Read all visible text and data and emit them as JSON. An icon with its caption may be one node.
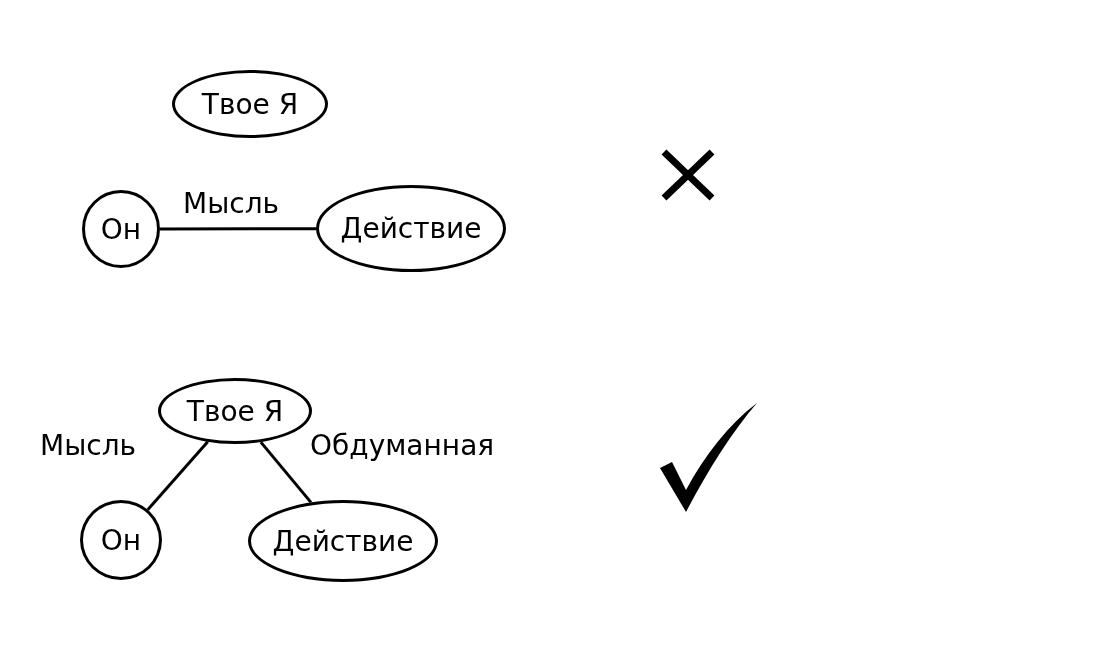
{
  "diagram": {
    "nodes": [
      {
        "text": [
          "Твое Я"
        ]
      },
      {
        "text": [
          "Он"
        ]
      },
      {
        "text": [
          "Действие"
        ]
      },
      {
        "text": [
          "Твое Я"
        ]
      },
      {
        "text": [
          "Он"
        ]
      },
      {
        "text": [
          "Действие"
        ]
      }
    ],
    "edges": [
      {
        "from": 1,
        "to": 2,
        "arrow": "none",
        "label": "Мысль"
      },
      {
        "from": 3,
        "to": 4,
        "arrow": "none",
        "label": "Мысль"
      },
      {
        "from": 3,
        "to": 5,
        "arrow": "none",
        "label": "Обдуманная"
      }
    ]
  }
}
